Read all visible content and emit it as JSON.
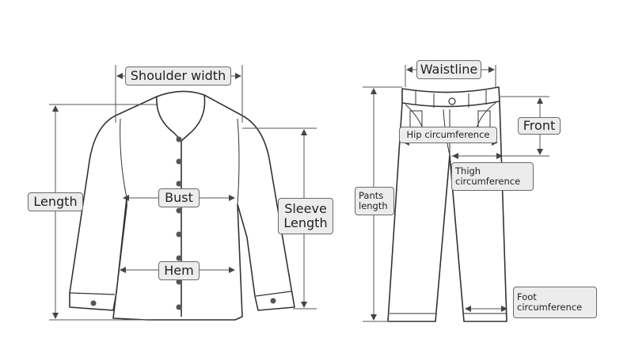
{
  "shirt_labels": {
    "shoulder_width": "Shoulder width",
    "length": "Length",
    "bust": "Bust",
    "sleeve_length": "Sleeve\nLength",
    "hem": "Hem"
  },
  "pants_labels": {
    "waistline": "Waistline",
    "front": "Front",
    "hip_circumference": "Hip circumference",
    "thigh_circumference": "Thigh\ncircumference",
    "pants_length": "Pants\nlength",
    "foot_circumference": "Foot\ncircumference"
  },
  "colors": {
    "line": "#333333",
    "label_bg": "#ececec",
    "label_border": "#6a6a6a"
  }
}
